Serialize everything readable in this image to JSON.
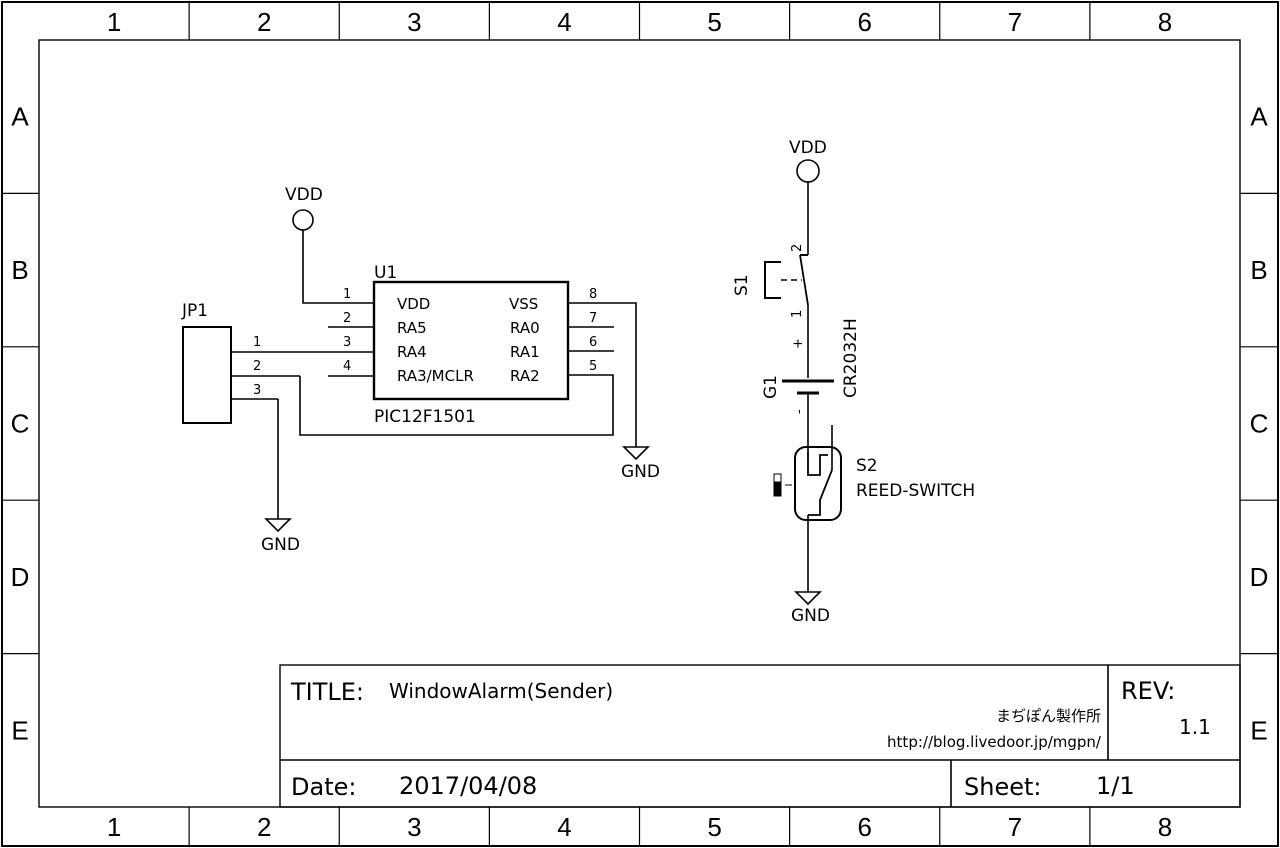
{
  "frame": {
    "columns": [
      "1",
      "2",
      "3",
      "4",
      "5",
      "6",
      "7",
      "8"
    ],
    "rows": [
      "A",
      "B",
      "C",
      "D",
      "E"
    ]
  },
  "power_labels": {
    "vdd": "VDD",
    "gnd": "GND"
  },
  "jp1": {
    "ref": "JP1",
    "pins": [
      "1",
      "2",
      "3"
    ]
  },
  "u1": {
    "ref": "U1",
    "part": "PIC12F1501",
    "left_pins": [
      {
        "num": "1",
        "name": "VDD"
      },
      {
        "num": "2",
        "name": "RA5"
      },
      {
        "num": "3",
        "name": "RA4"
      },
      {
        "num": "4",
        "name": "RA3/MCLR"
      }
    ],
    "right_pins": [
      {
        "num": "8",
        "name": "VSS"
      },
      {
        "num": "7",
        "name": "RA0"
      },
      {
        "num": "6",
        "name": "RA1"
      },
      {
        "num": "5",
        "name": "RA2"
      }
    ]
  },
  "s1": {
    "ref": "S1",
    "pin_top": "2",
    "pin_bottom": "1"
  },
  "g1": {
    "ref": "G1",
    "part": "CR2032H",
    "plus": "+",
    "minus": "-"
  },
  "s2": {
    "ref": "S2",
    "part": "REED-SWITCH"
  },
  "title_block": {
    "title_label": "TITLE:",
    "title": "WindowAlarm(Sender)",
    "rev_label": "REV:",
    "rev": "1.1",
    "company": "まぢぽん製作所",
    "url": "http://blog.livedoor.jp/mgpn/",
    "date_label": "Date:",
    "date": "2017/04/08",
    "sheet_label": "Sheet:",
    "sheet": "1/1"
  }
}
